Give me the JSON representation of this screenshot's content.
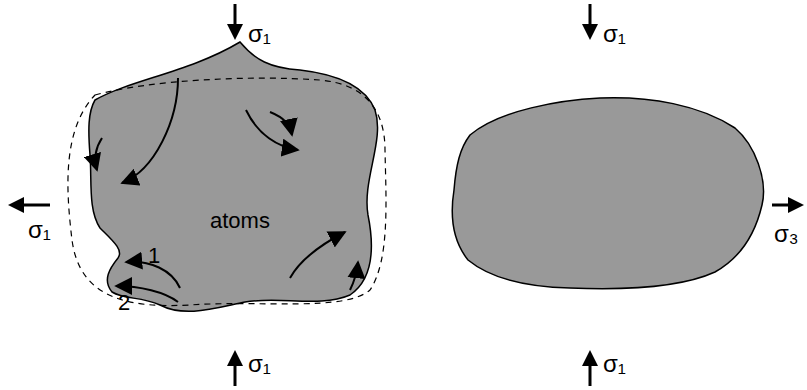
{
  "diagram": {
    "nodes": [
      {
        "text": [
          "atoms"
        ]
      }
    ],
    "labels": [
      "σ₁",
      "σ₁",
      "σ₁",
      "1",
      "2",
      "σ₁",
      "σ₃",
      "σ₁"
    ]
  }
}
